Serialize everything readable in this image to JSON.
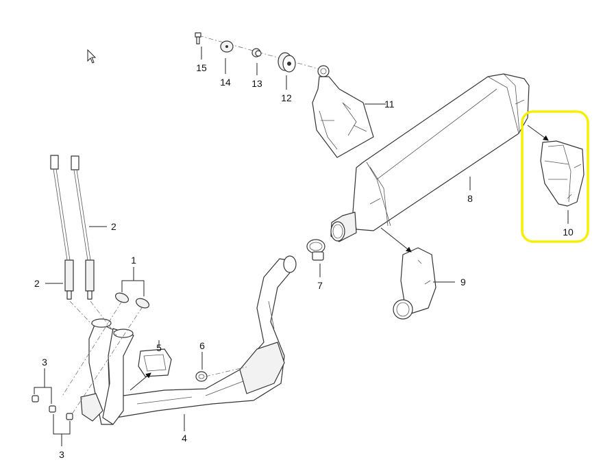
{
  "diagram": {
    "highlight_color": "#f5f000",
    "labels": {
      "l1": "1",
      "l2a": "2",
      "l2b": "2",
      "l3a": "3",
      "l3b": "3",
      "l4": "4",
      "l5": "5",
      "l6": "6",
      "l7": "7",
      "l8": "8",
      "l9": "9",
      "l10": "10",
      "l11": "11",
      "l12": "12",
      "l13": "13",
      "l14": "14",
      "l15": "15"
    }
  }
}
